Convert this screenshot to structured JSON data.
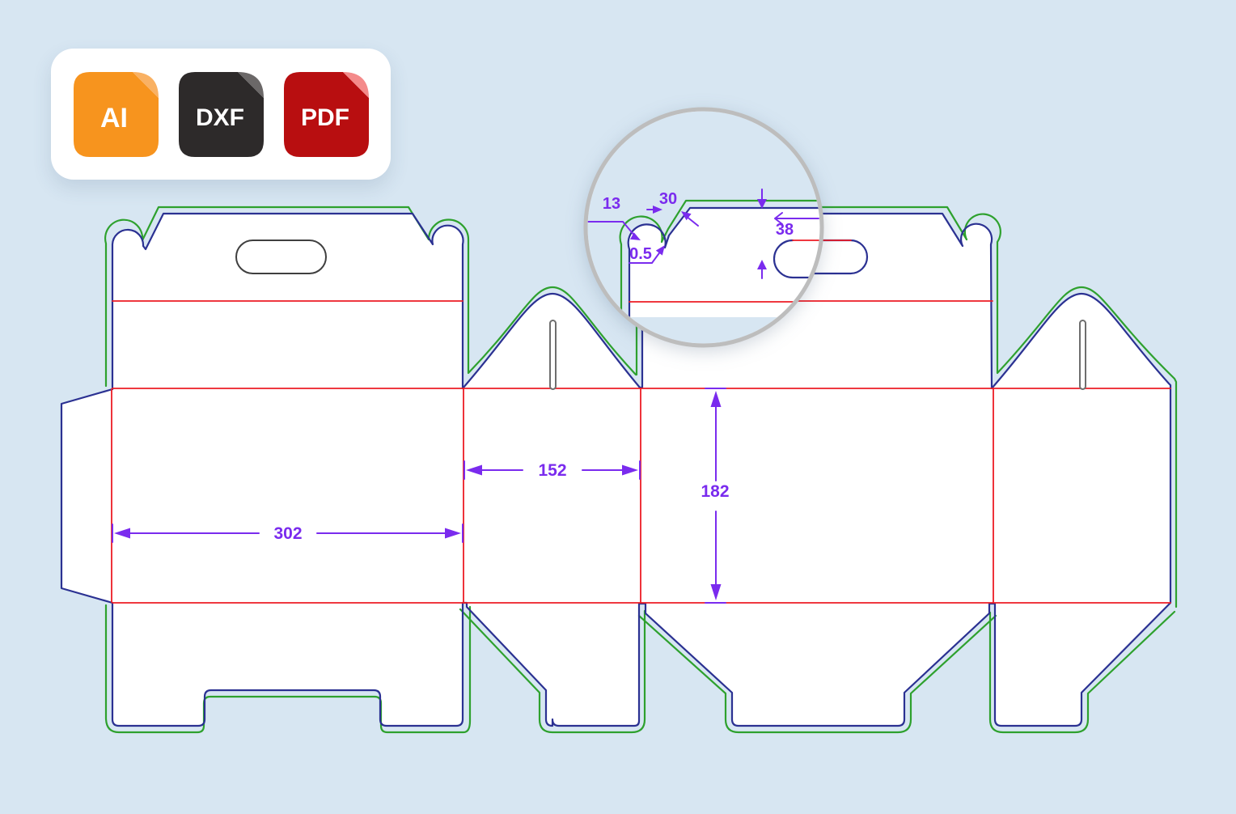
{
  "export_formats": [
    {
      "label": "AI",
      "color": "#F7941E",
      "fold_color": "#F9B163"
    },
    {
      "label": "DXF",
      "color": "#2D2A2A",
      "fold_color": "#6B6868"
    },
    {
      "label": "PDF",
      "color": "#B80E10",
      "fold_color": "#F48A8A"
    }
  ],
  "dimensions": {
    "panel1_width": "302",
    "panel2_width": "152",
    "panel_height": "182"
  },
  "detail_callout": {
    "chamfer_width": "30",
    "ear_diameter": "13",
    "corner_radius": "0.5",
    "edge_offset": "38"
  },
  "legend_colors": {
    "cut_line": "#2B3192",
    "bleed_line": "#2EA12E",
    "crease_line": "#ED1C24",
    "dimension_color": "#7A2BEE",
    "handle_line": "#3F3F3F",
    "magnifier_ring": "#BDBDBD",
    "background": "#D7E6F2"
  }
}
